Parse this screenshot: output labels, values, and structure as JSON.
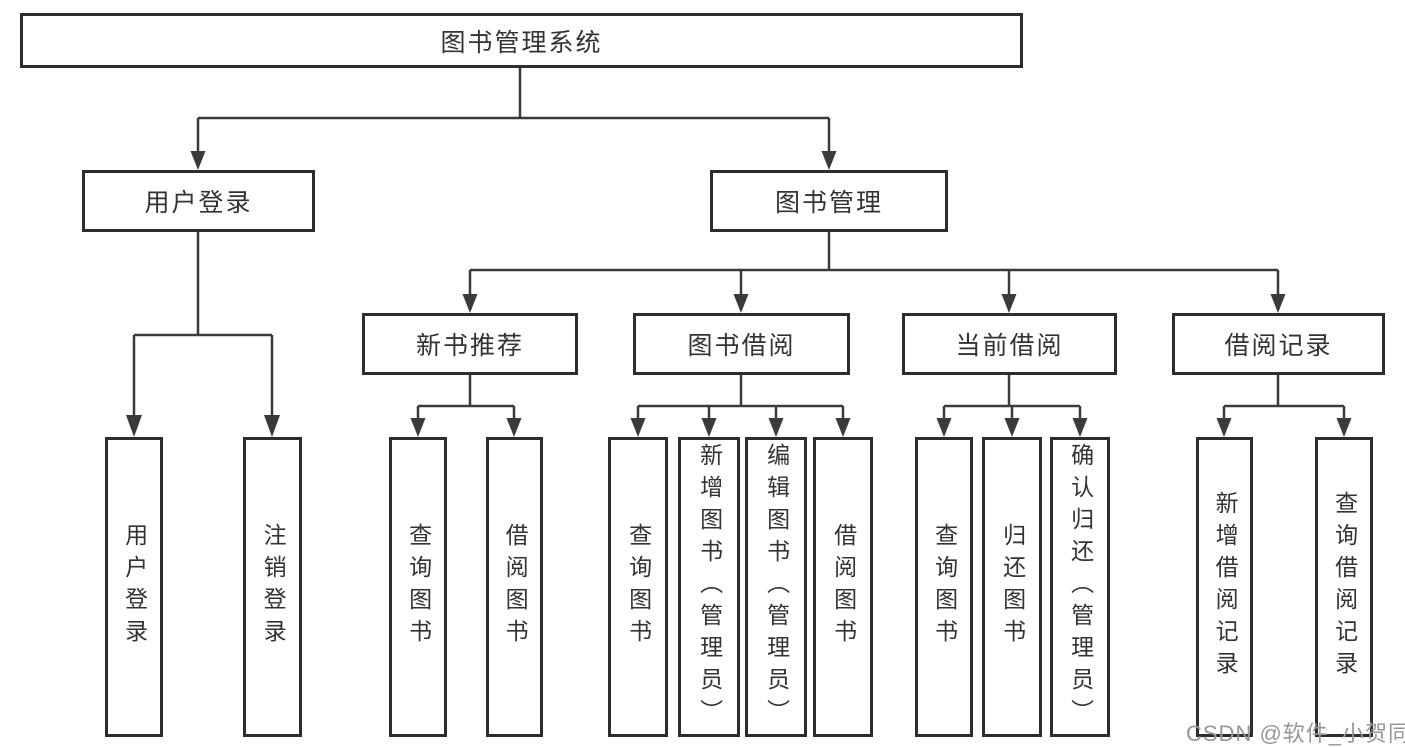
{
  "colors": {
    "line": "#3a3a3a",
    "box_border": "#2d2d2d",
    "text": "#333333",
    "watermark_text": "#979797",
    "background": "#ffffff"
  },
  "tree": {
    "root": {
      "label": "图书管理系统"
    },
    "level2": [
      {
        "label": "用户登录"
      },
      {
        "label": "图书管理"
      }
    ],
    "level3": [
      {
        "label": "新书推荐",
        "parent": "图书管理"
      },
      {
        "label": "图书借阅",
        "parent": "图书管理"
      },
      {
        "label": "当前借阅",
        "parent": "图书管理"
      },
      {
        "label": "借阅记录",
        "parent": "图书管理"
      }
    ],
    "leaves": [
      {
        "label": "用户登录",
        "parent": "用户登录"
      },
      {
        "label": "注销登录",
        "parent": "用户登录"
      },
      {
        "label": "查询图书",
        "parent": "新书推荐"
      },
      {
        "label": "借阅图书",
        "parent": "新书推荐"
      },
      {
        "label": "查询图书",
        "parent": "图书借阅"
      },
      {
        "label": "新增图书（管理员）",
        "parent": "图书借阅"
      },
      {
        "label": "编辑图书（管理员）",
        "parent": "图书借阅"
      },
      {
        "label": "借阅图书",
        "parent": "图书借阅"
      },
      {
        "label": "查询图书",
        "parent": "当前借阅"
      },
      {
        "label": "归还图书",
        "parent": "当前借阅"
      },
      {
        "label": "确认归还（管理员）",
        "parent": "当前借阅"
      },
      {
        "label": "新增借阅记录",
        "parent": "借阅记录"
      },
      {
        "label": "查询借阅记录",
        "parent": "借阅记录"
      }
    ]
  },
  "watermark": {
    "text": "CSDN @软件_小贺同学"
  }
}
